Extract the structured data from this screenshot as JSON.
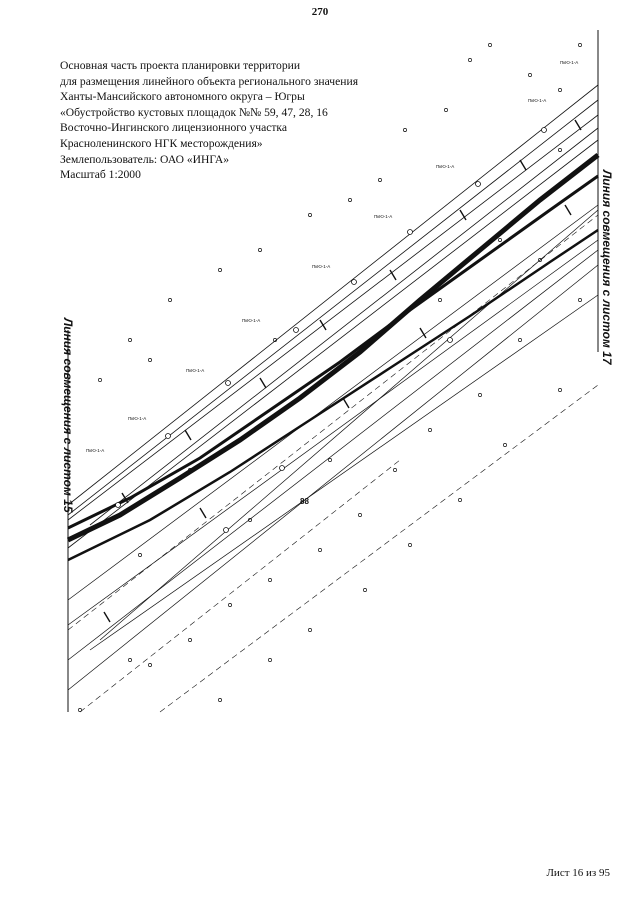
{
  "page_number": "270",
  "title_lines": [
    "Основная часть проекта планировки территории",
    "для размещения линейного объекта регионального значения",
    "Ханты-Мансийского автономного округа – Югры",
    "«Обустройство кустовых площадок №№ 59, 47, 28, 16",
    "Восточно-Ингинского лицензионного участка",
    "Красноленинского НГК месторождения»",
    "Землепользователь: ОАО «ИНГА»",
    "Масштаб 1:2000"
  ],
  "match_line_right": "Линия совмещения с листом 17",
  "match_line_left": "Линия совмещения с листом 15",
  "point_label": "88",
  "sheet_label": "Лист 16 из 95"
}
